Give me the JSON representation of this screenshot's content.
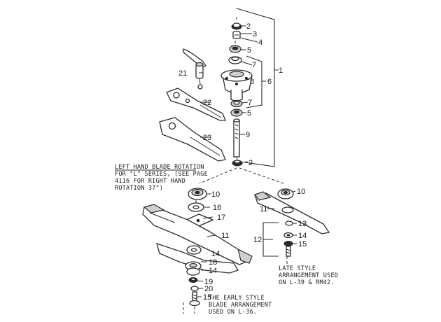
{
  "callouts": {
    "c1": "1",
    "c2a": "2",
    "c2b": "2",
    "c3": "3",
    "c4": "4",
    "c5a": "5",
    "c5b": "5",
    "c6": "6",
    "c7a": "7",
    "c7b": "7",
    "c8": "8",
    "c9": "9",
    "c10a": "10",
    "c10b": "10",
    "c11a": "11",
    "c11b": "11",
    "c12": "12",
    "c13": "13",
    "c14a": "14",
    "c14b": "14",
    "c14c": "14",
    "c15a": "15",
    "c15b": "15",
    "c16": "16",
    "c17": "17",
    "c18": "18",
    "c19": "19",
    "c20": "20",
    "c21": "21",
    "c22": "22",
    "c23": "23"
  },
  "notes": {
    "left_hand": [
      "LEFT HAND BLADE ROTATION",
      "FOR \"L\" SERIES, (SEE PAGE",
      "4116 FOR RIGHT HAND",
      "ROTATION 37\")"
    ],
    "right_assembly": [
      "LATE STYLE",
      "ARRANGEMENT USED",
      "ON L-39 & RM42."
    ],
    "bottom_assembly": [
      "THE EARLY STYLE",
      "BLADE ARRANGEMENT",
      "USED ON L-36."
    ]
  }
}
